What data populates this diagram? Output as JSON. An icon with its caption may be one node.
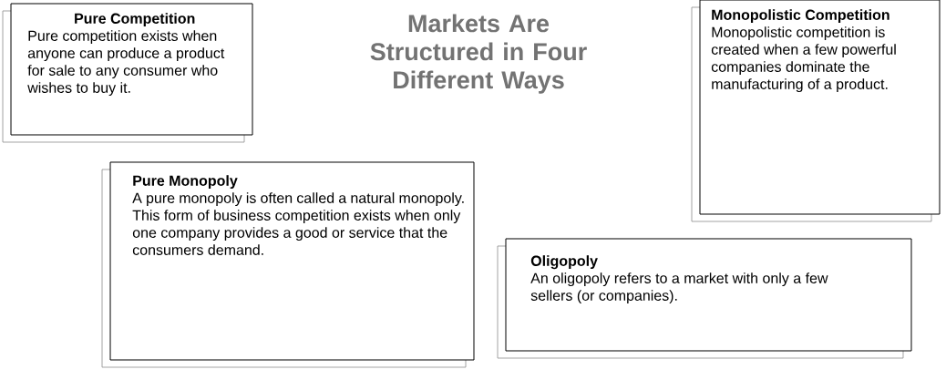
{
  "diagram": {
    "title": "Markets Are Structured in Four Different Ways",
    "nodes": [
      {
        "text": [
          "Pure Competition",
          "Pure competition exists when anyone can produce a product for sale to any consumer who wishes to buy it."
        ]
      },
      {
        "text": [
          "Monopolistic Competition",
          "Monopolistic competition is created when a few powerful companies dominate the manufacturing of a product."
        ]
      },
      {
        "text": [
          "Pure Monopoly",
          "A pure monopoly is often called a natural monopoly. This form of business competition exists when only one company provides a good or service that the consumers demand."
        ]
      },
      {
        "text": [
          "Oligopoly",
          "An oligopoly refers to a market with only a few sellers (or companies)."
        ]
      }
    ]
  }
}
